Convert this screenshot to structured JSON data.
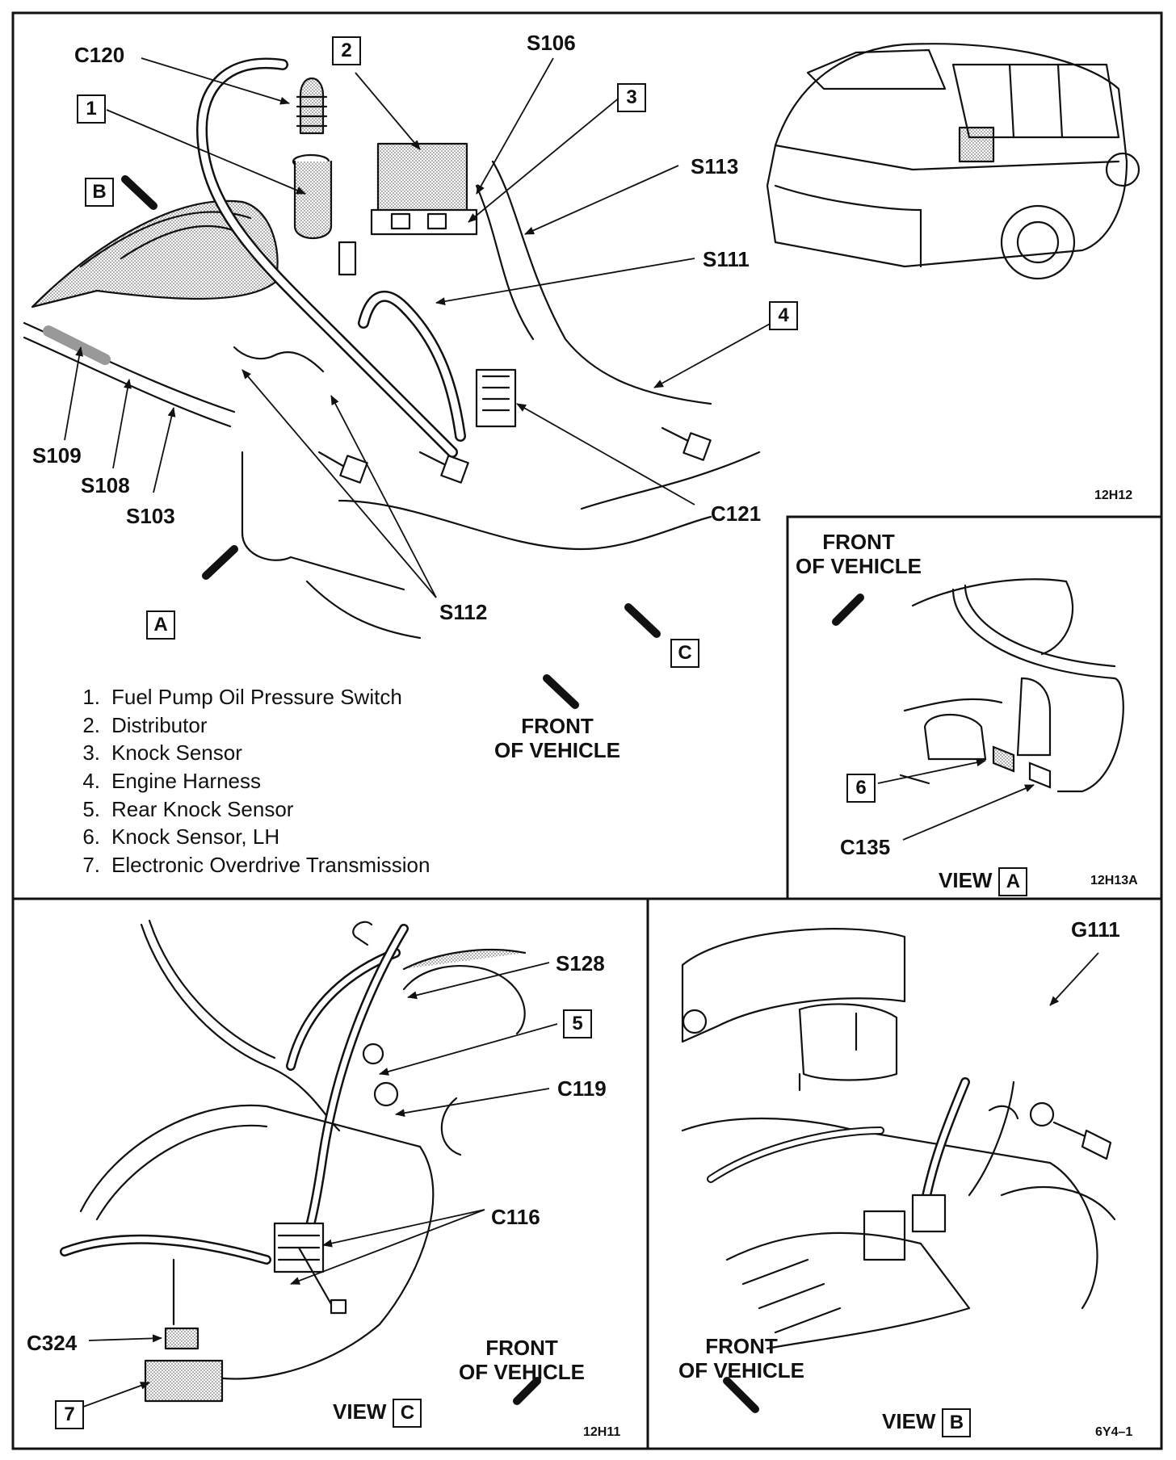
{
  "main_view": {
    "callouts": {
      "c120": "C120",
      "s106": "S106",
      "s113": "S113",
      "s111": "S111",
      "s109": "S109",
      "s108": "S108",
      "s103": "S103",
      "s112": "S112",
      "c121": "C121"
    },
    "boxes": {
      "b1": "1",
      "b2": "2",
      "b3": "3",
      "b4": "4",
      "bB": "B",
      "bA": "A",
      "bC": "C"
    },
    "figure_code": "12H12",
    "front_line1": "FRONT",
    "front_line2": "OF VEHICLE"
  },
  "legend": [
    {
      "num": "1.",
      "text": "Fuel Pump Oil Pressure Switch"
    },
    {
      "num": "2.",
      "text": "Distributor"
    },
    {
      "num": "3.",
      "text": "Knock Sensor"
    },
    {
      "num": "4.",
      "text": "Engine Harness"
    },
    {
      "num": "5.",
      "text": "Rear Knock Sensor"
    },
    {
      "num": "6.",
      "text": "Knock Sensor, LH"
    },
    {
      "num": "7.",
      "text": "Electronic Overdrive Transmission"
    }
  ],
  "view_a": {
    "front_line1": "FRONT",
    "front_line2": "OF VEHICLE",
    "box6": "6",
    "c135": "C135",
    "view_word": "VIEW",
    "view_letter": "A",
    "figure_code": "12H13A"
  },
  "view_c": {
    "s128": "S128",
    "box5": "5",
    "c119": "C119",
    "c116": "C116",
    "c324": "C324",
    "box7": "7",
    "front_line1": "FRONT",
    "front_line2": "OF VEHICLE",
    "view_word": "VIEW",
    "view_letter": "C",
    "figure_code": "12H11"
  },
  "view_b": {
    "g111": "G111",
    "front_line1": "FRONT",
    "front_line2": "OF VEHICLE",
    "view_word": "VIEW",
    "view_letter": "B",
    "figure_code": "6Y4–1"
  },
  "colors": {
    "ink": "#111111",
    "shade": "#b8b8b8",
    "paper": "#ffffff"
  }
}
